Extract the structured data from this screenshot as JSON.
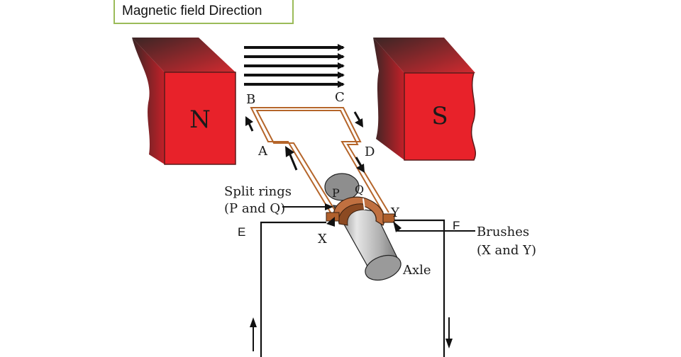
{
  "title": "Magnetic field Direction",
  "magnets": {
    "north_label": "N",
    "south_label": "S",
    "face_color": "#e8222a",
    "shade_color": "#3a2a2a"
  },
  "coil_points": {
    "a": "A",
    "b": "B",
    "c": "C",
    "d": "D"
  },
  "commutator": {
    "p": "P",
    "q": "Q",
    "split_rings_line1": "Split rings",
    "split_rings_line2": "(P and Q)",
    "axle": "Axle"
  },
  "brushes": {
    "x": "X",
    "y": "Y",
    "label_line1": "Brushes",
    "label_line2": "(X and Y)"
  },
  "circuit": {
    "e": "E",
    "f": "F"
  },
  "colors": {
    "wire": "#b5652a",
    "copper": "#c07040",
    "axle": "#a8a8a8"
  }
}
